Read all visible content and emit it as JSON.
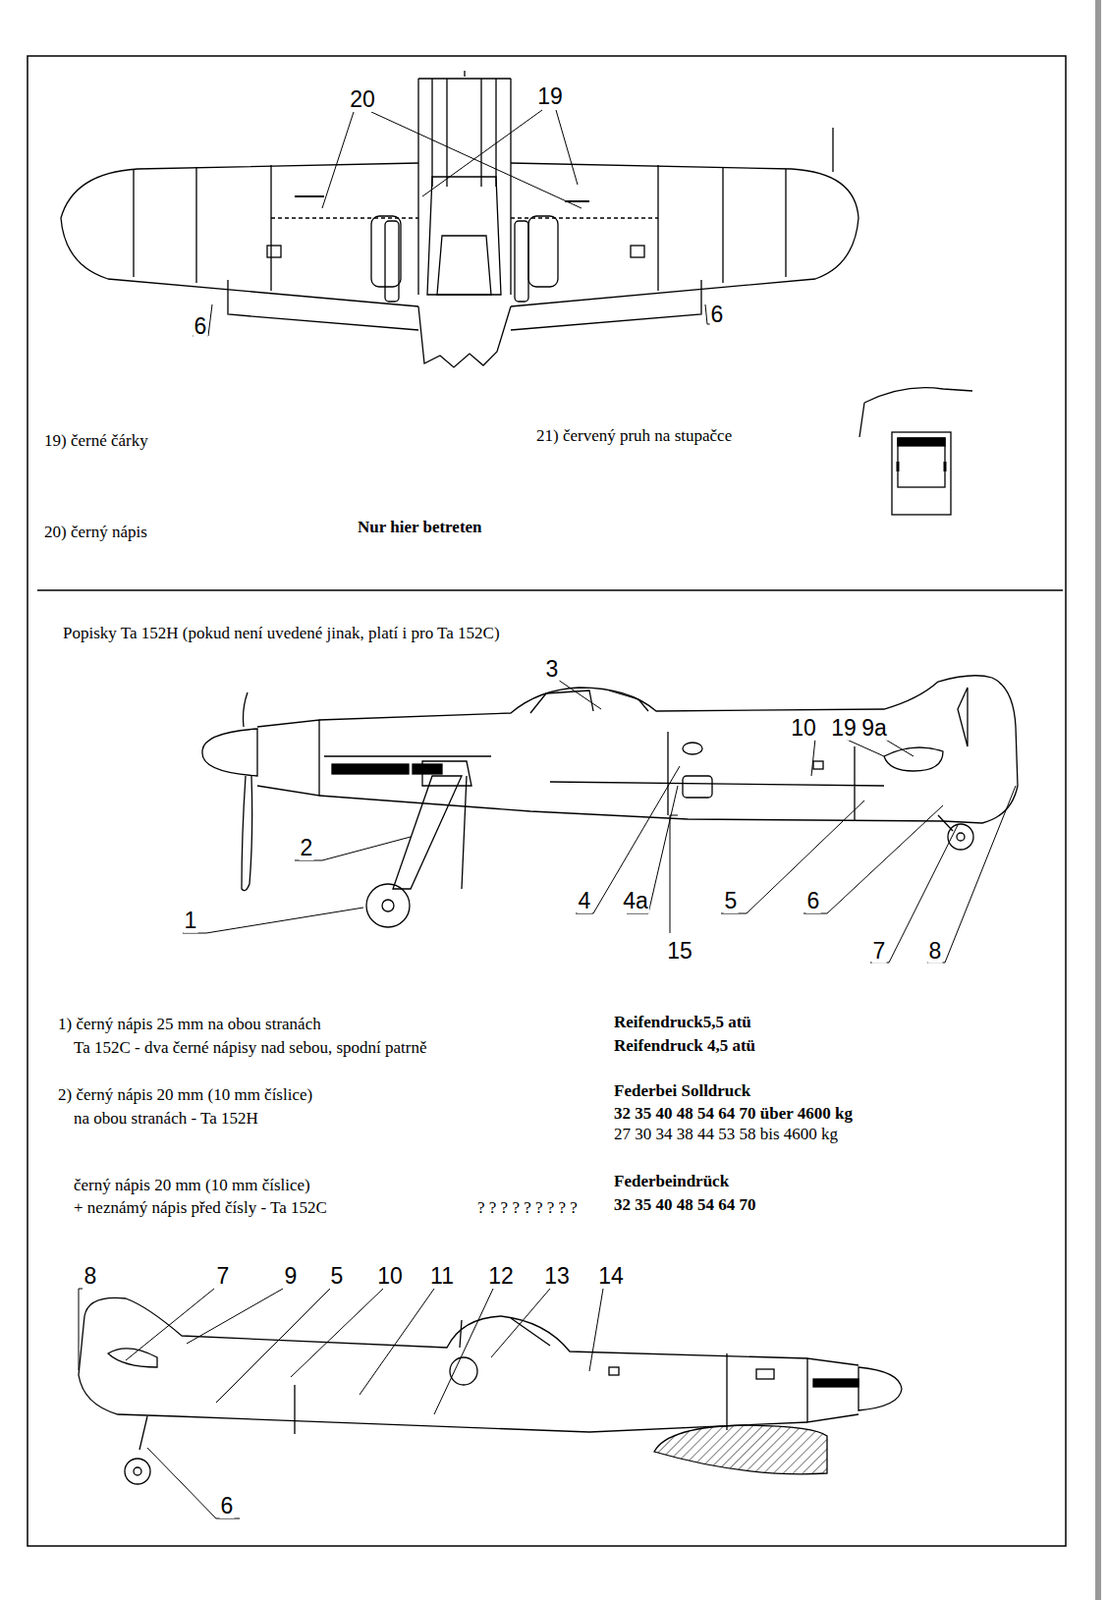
{
  "diagram": {
    "labels": [
      "20",
      "19",
      "6",
      "6",
      "19) černé čárky",
      "21) červený pruh na stupačce",
      "20) černý nápis",
      "Nur hier betreten",
      "Popisky Ta 152H (pokud není uvedené jinak, platí i pro Ta 152C)",
      "3",
      "10",
      "19",
      "9a",
      "2",
      "1",
      "4",
      "4a",
      "5",
      "6",
      "15",
      "7",
      "8",
      "1) černý nápis 25 mm na obou stranách",
      "Ta 152C - dva černé nápisy nad sebou, spodní patrně",
      "Reifendruck5,5 atü",
      "Reifendruck 4,5 atü",
      "2) černý nápis 20 mm (10 mm číslice)",
      "na obou stranách - Ta 152H",
      "Federbei Solldruck",
      "32 35 40 48 54 64 70 über 4600 kg",
      "27 30 34 38 44 53 58 bis 4600 kg",
      "černý nápis 20 mm (10 mm číslice)",
      "+ neznámý nápis před čísly - Ta 152C",
      "? ? ? ? ? ? ? ? ?",
      "Federbeindrück",
      "32 35 40 48 54 64 70",
      "8",
      "7",
      "9",
      "5",
      "10",
      "11",
      "12",
      "13",
      "14",
      "6"
    ]
  }
}
